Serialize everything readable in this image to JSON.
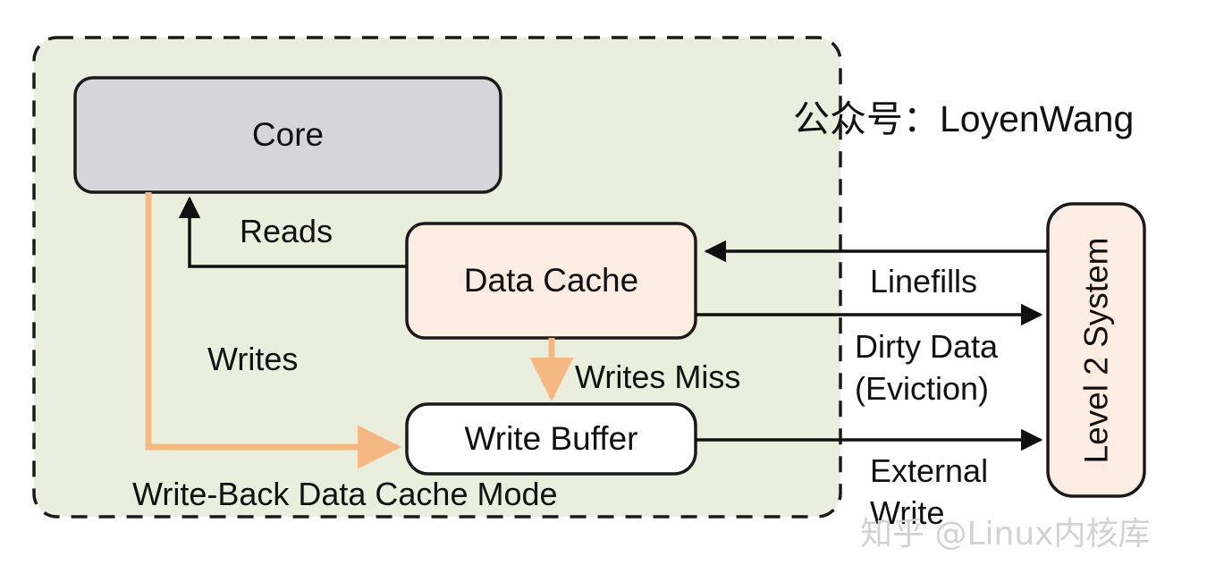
{
  "diagram": {
    "title": "Write-Back Data Cache Mode",
    "boundary_label": "Write-Back Data Cache Mode",
    "nodes": {
      "core": {
        "label": "Core",
        "fill": "#d5d5da",
        "stroke": "#1a1a1a"
      },
      "data_cache": {
        "label": "Data Cache",
        "fill": "#fcece2",
        "stroke": "#1a1a1a"
      },
      "write_buffer": {
        "label": "Write Buffer",
        "fill": "#ffffff",
        "stroke": "#1a1a1a"
      },
      "level2": {
        "label": "Level 2 System",
        "fill": "#fcece2",
        "stroke": "#1a1a1a"
      }
    },
    "edges": {
      "reads": "Reads",
      "writes": "Writes",
      "writes_miss": "Writes Miss",
      "linefills": "Linefills",
      "dirty_data_line1": "Dirty Data",
      "dirty_data_line2": "(Eviction)",
      "external_write_line1": "External",
      "external_write_line2": "Write"
    },
    "colors": {
      "region_fill": "#eaeedd",
      "region_stroke": "#1a1a1a",
      "orange": "#f5b883",
      "black": "#111111",
      "page_background": "#ffffff"
    }
  },
  "brand": {
    "text": "公众号：LoyenWang"
  },
  "watermark": {
    "text": "知乎 @Linux内核库"
  }
}
